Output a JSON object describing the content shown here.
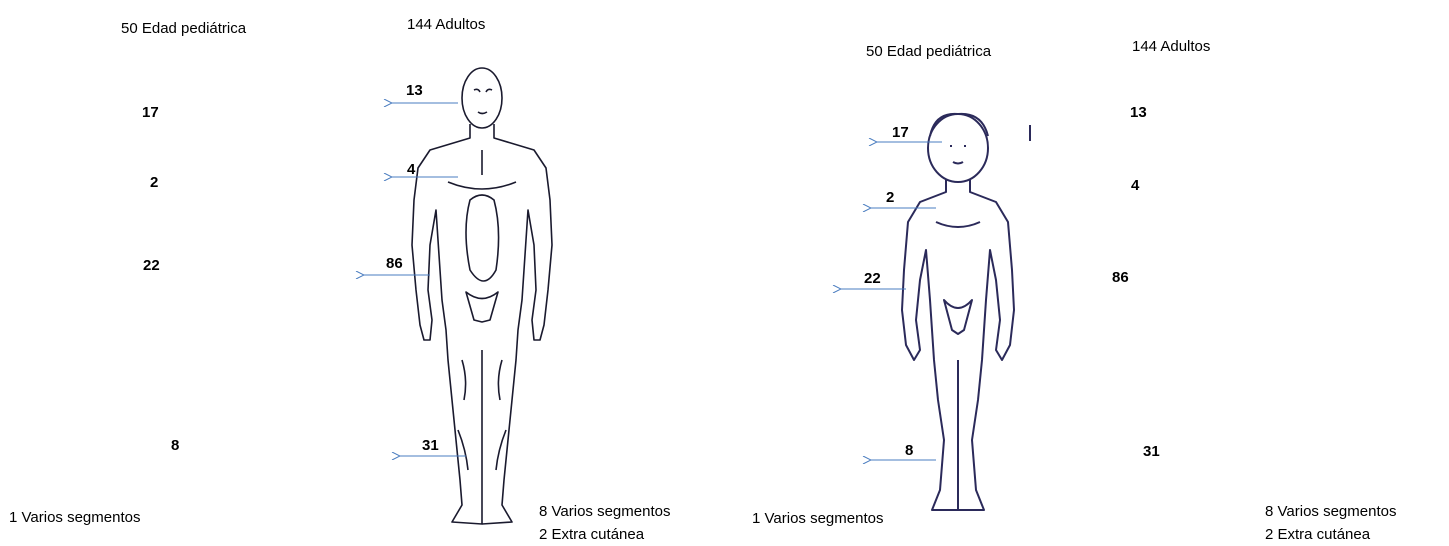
{
  "left": {
    "header_ped": "50   Edad pediátrica",
    "header_adult": "144  Adultos",
    "ped_counts": {
      "head": "17",
      "chest": "2",
      "arm": "22",
      "leg": "8"
    },
    "adult_counts": {
      "head": "13",
      "chest": "4",
      "arm": "86",
      "leg": "31"
    },
    "ped_multi": "1  Varios segmentos",
    "adult_multi": "8   Varios segmentos",
    "adult_extra": "2   Extra cutánea"
  },
  "right": {
    "header_ped": "50    Edad pediátrica",
    "header_adult": "144  Adultos",
    "ped_counts": {
      "head": "17",
      "chest": "2",
      "arm": "22",
      "leg": "8"
    },
    "adult_counts": {
      "head": "13",
      "chest": "4",
      "arm": "86",
      "leg": "31"
    },
    "ped_multi": "1  Varios segmentos",
    "adult_multi": "8   Varios segmentos",
    "adult_extra": "2   Extra cutánea"
  },
  "colors": {
    "arrow": "#4a7cc0",
    "outline": "#1a1a2e",
    "outline_child": "#2b2a5a"
  }
}
